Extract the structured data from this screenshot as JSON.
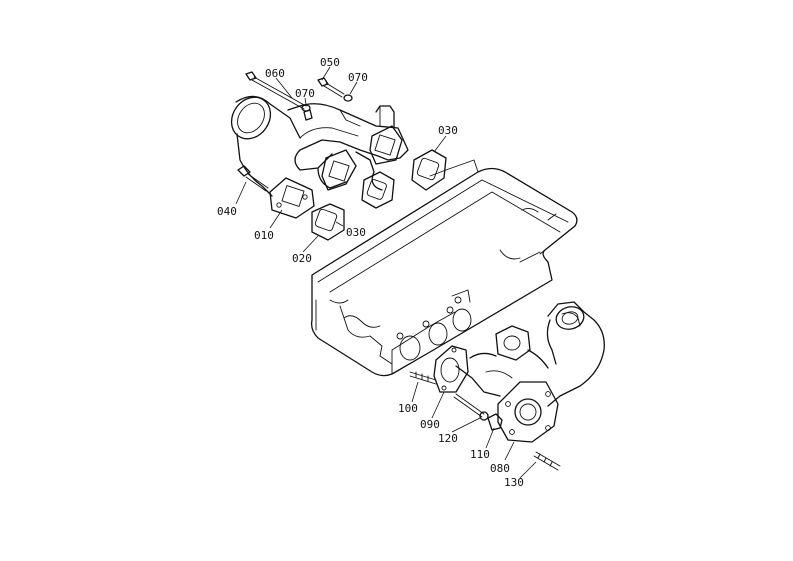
{
  "diagram": {
    "callouts": {
      "c010": "010",
      "c020": "020",
      "c030a": "030",
      "c030b": "030",
      "c040": "040",
      "c050": "050",
      "c060": "060",
      "c070a": "070",
      "c070b": "070",
      "c080": "080",
      "c090": "090",
      "c100": "100",
      "c110": "110",
      "c120": "120",
      "c130": "130"
    },
    "line_color": "#111111",
    "background": "#ffffff"
  }
}
